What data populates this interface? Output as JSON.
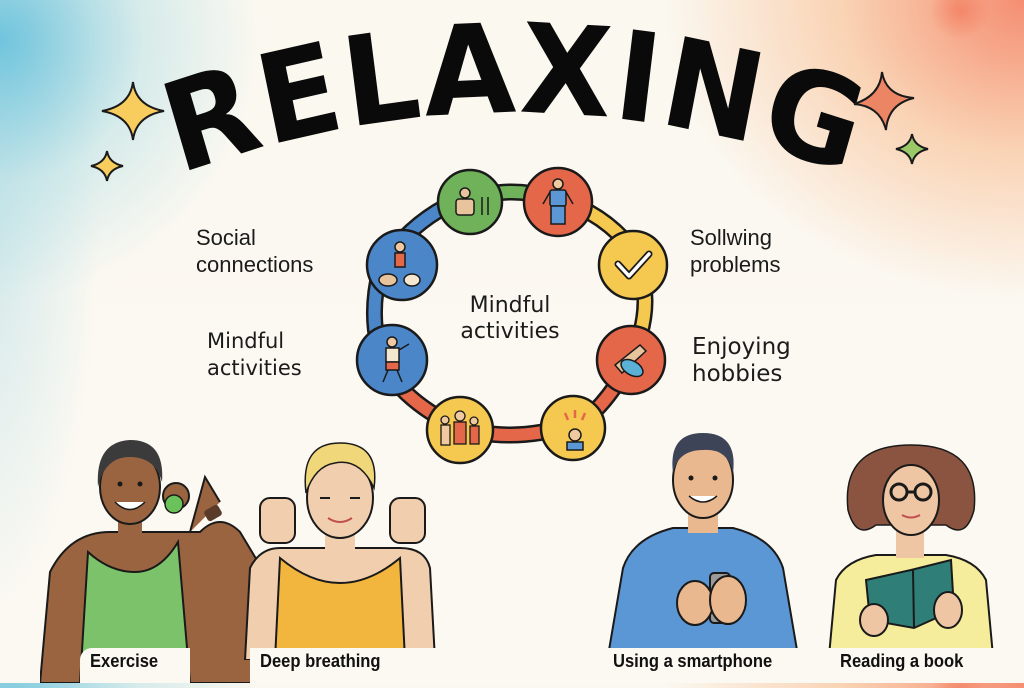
{
  "title": "RELAXING",
  "colors": {
    "title": "#0a0a0a",
    "ring_blue": "#4a86c8",
    "ring_green": "#6fb25a",
    "ring_red": "#e4674a",
    "ring_yellow": "#f5c94f",
    "sparkle_yellow": "#f8cd5e",
    "sparkle_orange": "#ec8563",
    "sparkle_green": "#9cc967"
  },
  "side_labels": {
    "left_top": [
      "Social",
      "connections"
    ],
    "left_bottom": [
      "Mindful",
      "activities"
    ],
    "right_top": [
      "Sollwing",
      "problems"
    ],
    "right_bottom": [
      "Enjoying",
      "hobbies"
    ]
  },
  "wheel": {
    "center": [
      "Mindful",
      "activities"
    ],
    "nodes": [
      {
        "icon": "person-with-bottles-icon",
        "color": "#6fb25a"
      },
      {
        "icon": "standing-person-icon",
        "color": "#e4674a"
      },
      {
        "icon": "checkmark-icon",
        "color": "#f5c94f"
      },
      {
        "icon": "hobby-tools-icon",
        "color": "#e4674a"
      },
      {
        "icon": "idea-burst-person-icon",
        "color": "#f5c94f"
      },
      {
        "icon": "family-group-icon",
        "color": "#f5c94f"
      },
      {
        "icon": "dancing-person-icon",
        "color": "#4a86c8"
      },
      {
        "icon": "people-gathering-icon",
        "color": "#4a86c8"
      }
    ]
  },
  "people": [
    {
      "caption": "Exercise",
      "shirt": "#7cc26a",
      "skin": "#9a6440",
      "hair": "#3b3b3b"
    },
    {
      "caption": "Deep breathing",
      "shirt": "#f2b63f",
      "skin": "#f1cfae",
      "hair": "#f0d77a"
    },
    {
      "caption": "Using a smartphone",
      "shirt": "#5b97d4",
      "skin": "#e9b88f",
      "hair": "#3d4458"
    },
    {
      "caption": "Reading a book",
      "shirt": "#f5ec9c",
      "skin": "#efc6a4",
      "hair": "#8a5440"
    }
  ]
}
